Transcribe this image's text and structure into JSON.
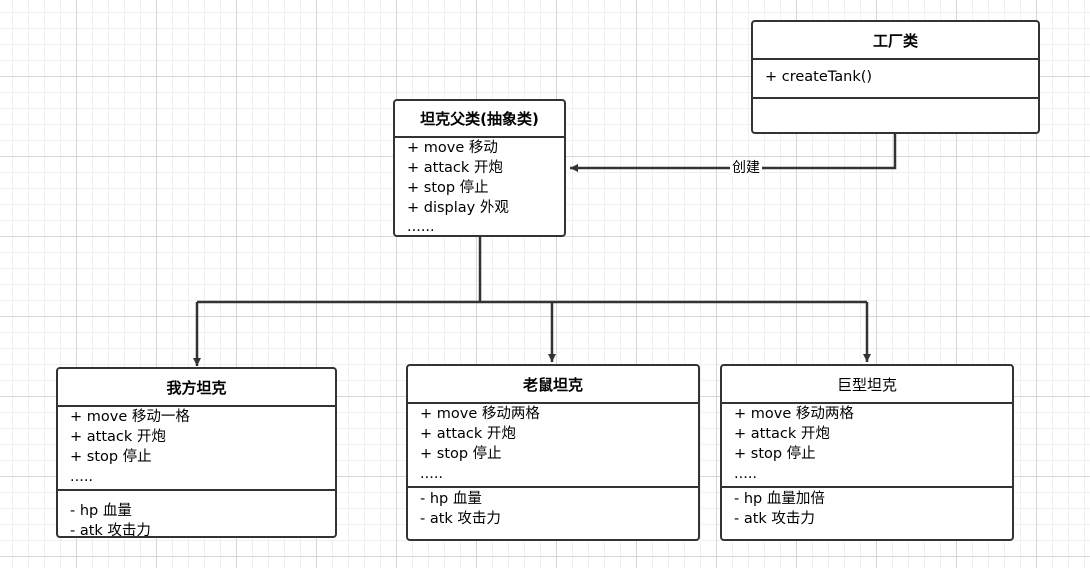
{
  "classes": {
    "factory": {
      "name": "工厂类",
      "methods": [
        "+ createTank()"
      ]
    },
    "parent": {
      "name": "坦克父类(抽象类)",
      "methods": [
        "+ move 移动",
        "+ attack 开炮",
        "+ stop 停止",
        "+ display 外观",
        "......"
      ]
    },
    "player": {
      "name": "我方坦克",
      "methods": [
        "+ move 移动一格",
        "+ attack 开炮",
        "+ stop 停止",
        "....."
      ],
      "fields": [
        "- hp 血量",
        "- atk 攻击力"
      ]
    },
    "rat": {
      "name": "老鼠坦克",
      "methods": [
        "+ move 移动两格",
        "+ attack 开炮",
        "+ stop 停止",
        "....."
      ],
      "fields": [
        "- hp 血量",
        "- atk 攻击力"
      ]
    },
    "giant": {
      "name": "巨型坦克",
      "methods": [
        "+ move 移动两格",
        "+ attack 开炮",
        "+ stop 停止",
        "....."
      ],
      "fields": [
        "- hp 血量加倍",
        "- atk 攻击力"
      ]
    }
  },
  "edges": {
    "create_label": "创建"
  },
  "colors": {
    "line": "#333333",
    "grid": "#d6d6d6"
  }
}
